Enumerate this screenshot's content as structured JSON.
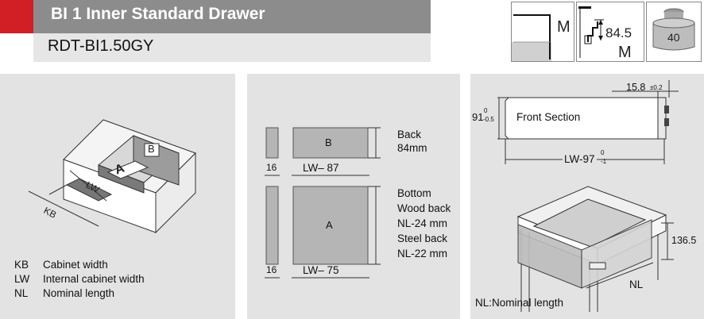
{
  "header": {
    "title": "BI 1 Inner Standard Drawer",
    "code": "RDT-BI1.50GY",
    "brand_color": "#d21f26"
  },
  "icons": {
    "icon1_label": "M",
    "icon2_value": "84.5",
    "icon2_label": "M",
    "icon3_value": "40"
  },
  "panel1": {
    "labels": {
      "a": "A",
      "b": "B",
      "lw": "LW",
      "kb": "KB"
    },
    "legend": [
      {
        "key": "KB",
        "text": "Cabinet width"
      },
      {
        "key": "LW",
        "text": "Internal cabinet width"
      },
      {
        "key": "NL",
        "text": "Nominal length"
      }
    ]
  },
  "panel2": {
    "back": {
      "label": "B",
      "side": "16",
      "width": "LW– 87",
      "name": "Back",
      "size": "84mm"
    },
    "bottom": {
      "label": "A",
      "side": "16",
      "width": "LW– 75",
      "lines": [
        "Bottom",
        "Wood back",
        "NL-24 mm",
        "Steel back",
        "NL-22 mm"
      ]
    }
  },
  "panel3": {
    "front_label": "Front Section",
    "dim_top": "15.8",
    "dim_top_tol": "±0.2",
    "dim_height": "91",
    "dim_height_tol_top": "0",
    "dim_height_tol_bottom": "-0.5",
    "dim_width": "LW-97",
    "dim_width_tol_top": "0",
    "dim_width_tol_bottom": "-1",
    "height": "136.5",
    "nl": "NL",
    "caption": "NL:Nominal length"
  }
}
